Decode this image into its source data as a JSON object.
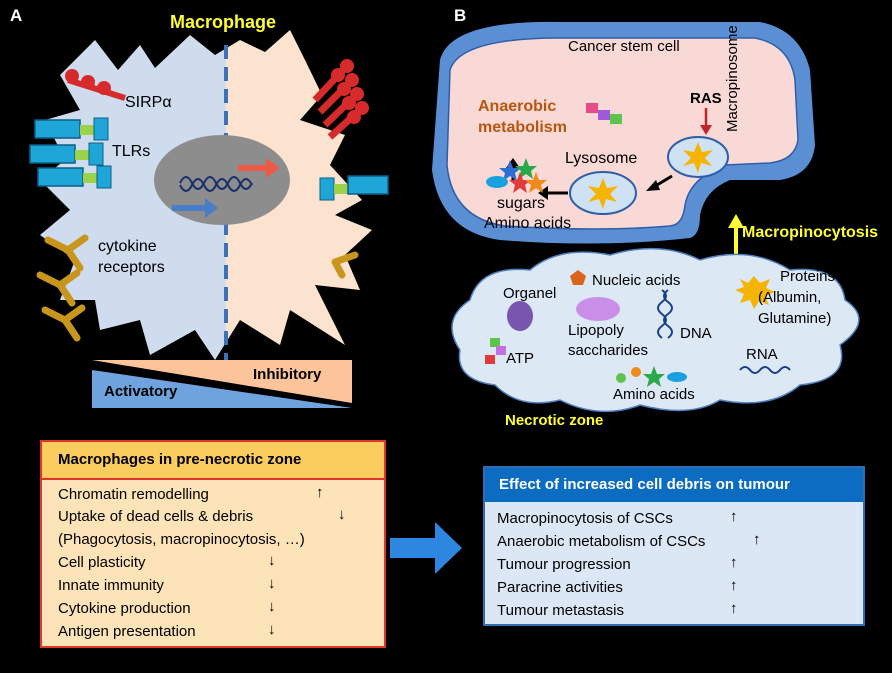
{
  "panel_a": {
    "letter": "A",
    "title": "Macrophage",
    "labels": {
      "sirpa": "SIRPα",
      "tlrs": "TLRs",
      "cytokine1": "cytokine",
      "cytokine2": "receptors",
      "inhibitory": "Inhibitory",
      "activatory": "Activatory"
    }
  },
  "panel_b": {
    "letter": "B",
    "labels": {
      "cancer_stem_cell": "Cancer stem cell",
      "macropinosome": "Macropinosome",
      "anaerobic1": "Anaerobic",
      "anaerobic2": "metabolism",
      "ras": "RAS",
      "lysosome": "Lysosome",
      "sugars": "sugars",
      "amino_acids_top": "Amino acids",
      "macropinocytosis": "Macropinocytosis",
      "organel": "Organel",
      "nucleic_acids": "Nucleic acids",
      "proteins1": "Proteins",
      "proteins2": "(Albumin,",
      "proteins3": "Glutamine)",
      "lipopoly1": "Lipopoly",
      "lipopoly2": "saccharides",
      "dna": "DNA",
      "atp": "ATP",
      "rna": "RNA",
      "amino_acids_bottom": "Amino acids",
      "necrotic_zone": "Necrotic zone"
    }
  },
  "box_left": {
    "title": "Macrophages in pre-necrotic zone",
    "rows": [
      {
        "text": "Chromatin remodelling",
        "arrow": "↑"
      },
      {
        "text": "Uptake of dead cells & debris",
        "arrow": "↓"
      },
      {
        "text": "(Phagocytosis, macropinocytosis, …)",
        "arrow": ""
      },
      {
        "text": "Cell plasticity",
        "arrow": "↓"
      },
      {
        "text": "Innate immunity",
        "arrow": "↓"
      },
      {
        "text": "Cytokine production",
        "arrow": "↓"
      },
      {
        "text": "Antigen presentation",
        "arrow": "↓"
      }
    ]
  },
  "box_right": {
    "title": "Effect of increased cell debris on tumour",
    "rows": [
      {
        "text": "Macropinocytosis of CSCs",
        "arrow": "↑"
      },
      {
        "text": "Anaerobic metabolism of CSCs",
        "arrow": "↑"
      },
      {
        "text": "Tumour progression",
        "arrow": "↑"
      },
      {
        "text": "Paracrine activities",
        "arrow": "↑"
      },
      {
        "text": "Tumour metastasis",
        "arrow": "↑"
      }
    ]
  },
  "colors": {
    "macrophage_left": "#cfdcee",
    "macrophage_right": "#fbe3d0",
    "title_yellow": "#ffff33",
    "anaerobic_brown": "#b8550f",
    "cell_pink": "#f9d9d6",
    "cell_blue": "#5b8fd4",
    "box_left_bg": "#fde4b8",
    "box_right_header": "#0b6cc2"
  }
}
